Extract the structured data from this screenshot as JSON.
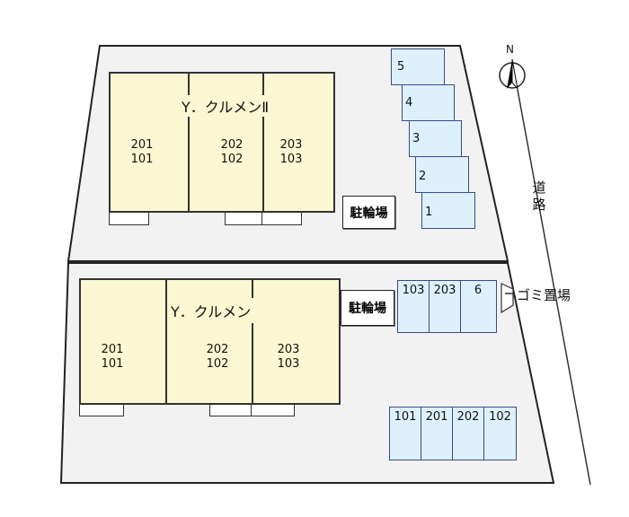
{
  "buildings": [
    {
      "name": "Y．クルメンⅡ",
      "units": [
        {
          "upper": "201",
          "lower": "101"
        },
        {
          "upper": "202",
          "lower": "102"
        },
        {
          "upper": "203",
          "lower": "103"
        }
      ]
    },
    {
      "name": "Y．クルメン",
      "units": [
        {
          "upper": "201",
          "lower": "101"
        },
        {
          "upper": "202",
          "lower": "102"
        },
        {
          "upper": "203",
          "lower": "103"
        }
      ]
    }
  ],
  "bicycle_parking": "駐輪場",
  "parking_upper": [
    "5",
    "4",
    "3",
    "2",
    "1"
  ],
  "parking_lower_top": [
    "103",
    "203",
    "6"
  ],
  "parking_lower_bottom": [
    "101",
    "201",
    "202",
    "102"
  ],
  "garbage": "ゴミ置場",
  "road": "道路",
  "compass": "N",
  "colors": {
    "building": "#fbf7d2",
    "parking": "#dcf1fb",
    "lot": "#f2f2f2"
  }
}
